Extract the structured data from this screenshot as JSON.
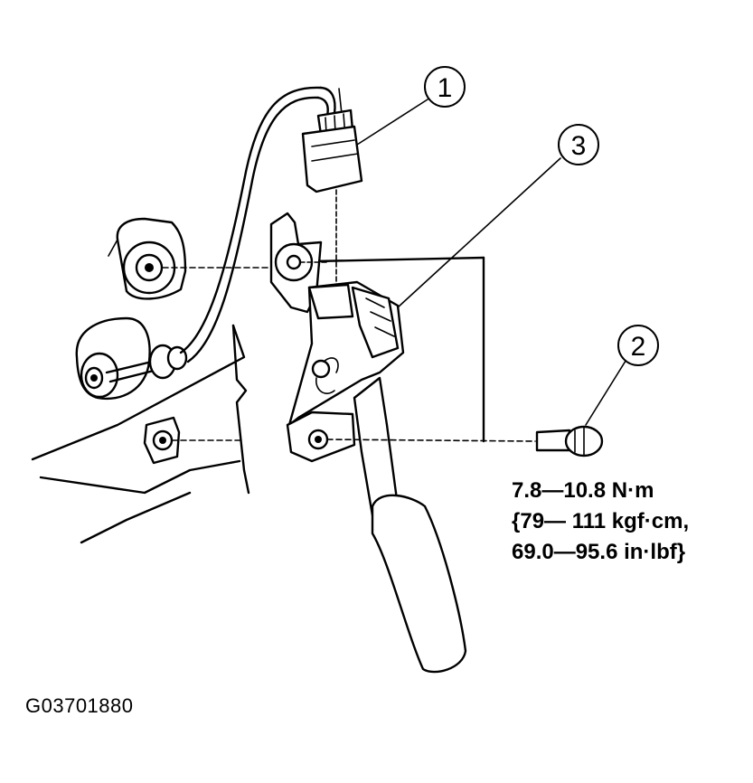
{
  "callouts": [
    {
      "id": "connector",
      "label": "1"
    },
    {
      "id": "bolt",
      "label": "2"
    },
    {
      "id": "pedal-sensor",
      "label": "3"
    }
  ],
  "torque_spec": {
    "line1": "7.8—10.8 N·m",
    "line2": "{79— 111 kgf·cm,",
    "line3": "69.0—95.6 in·lbf}"
  },
  "figure_id": "G03701880"
}
